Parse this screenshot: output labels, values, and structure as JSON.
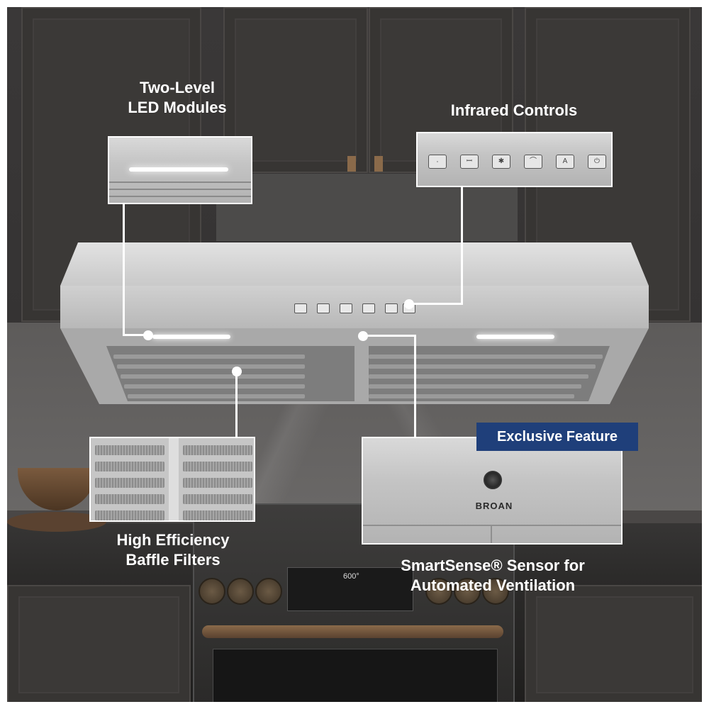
{
  "callouts": {
    "led": {
      "title_line1": "Two-Level",
      "title_line2": "LED Modules"
    },
    "controls": {
      "title": "Infrared Controls",
      "button_glyphs": [
        "⸳",
        "ꟷ",
        "✱",
        "⌒",
        "A",
        "⏻"
      ]
    },
    "filters": {
      "title_line1": "High Efficiency",
      "title_line2": "Baffle Filters"
    },
    "sensor": {
      "title_line1": "SmartSense® Sensor for",
      "title_line2": "Automated Ventilation",
      "badge": "Exclusive Feature",
      "brand": "BROAN"
    }
  },
  "range": {
    "display": "600°"
  },
  "colors": {
    "badge_bg": "#1f3f7a",
    "accent_white": "#ffffff"
  }
}
